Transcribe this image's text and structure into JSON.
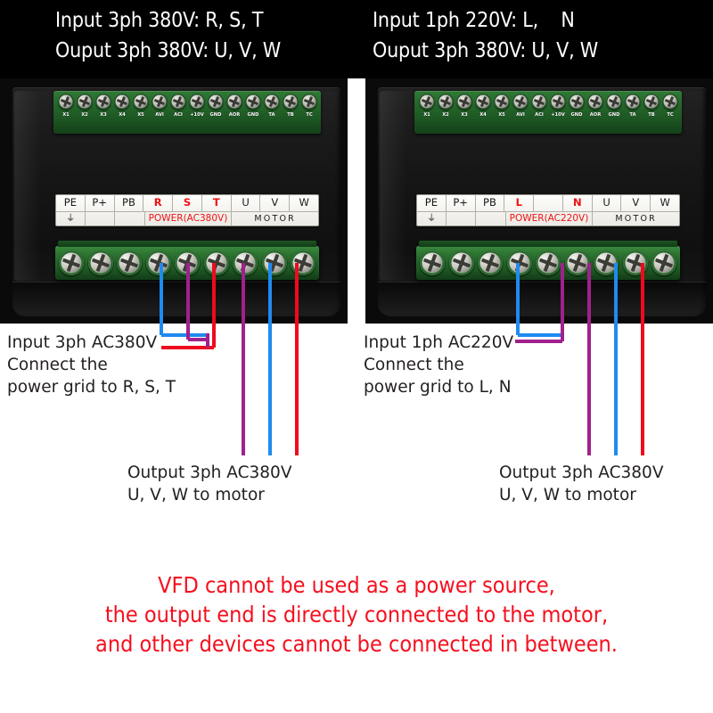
{
  "header": {
    "left": {
      "line1": "Input 3ph 380V: R, S, T",
      "line2": "Ouput 3ph 380V: U, V, W"
    },
    "right": {
      "line1": "Input 1ph 220V: L,    N",
      "line2": "Ouput 3ph 380V: U, V, W"
    }
  },
  "colors": {
    "blue": "#1f8bf0",
    "magenta": "#a0218c",
    "red": "#ef0a1e",
    "warning_red": "#f5101f",
    "terminal_green": "#2b7030",
    "body_black": "#141414"
  },
  "units": [
    {
      "id": "left",
      "name": "vfd-3ph-380v",
      "control_terminals": [
        "X1",
        "X2",
        "X3",
        "X4",
        "X5",
        "AVI",
        "ACI",
        "+10V",
        "GND",
        "AOR",
        "GND",
        "TA",
        "TB",
        "TC"
      ],
      "plate": {
        "top_cells": [
          "PE",
          "P+",
          "PB",
          "R",
          "S",
          "T",
          "U",
          "V",
          "W"
        ],
        "red_cells": [
          "R",
          "S",
          "T"
        ],
        "ground_symbol": "⏚",
        "power_label": "POWER(AC380V)",
        "motor_label": "MOTOR"
      },
      "power_terminals": 9,
      "notes": {
        "input": "Input 3ph AC380V\nConnect the\npower grid to R, S, T",
        "output": "Output 3ph AC380V\nU, V, W to motor"
      }
    },
    {
      "id": "right",
      "name": "vfd-1ph-220v",
      "control_terminals": [
        "X1",
        "X2",
        "X3",
        "X4",
        "X5",
        "AVI",
        "ACI",
        "+10V",
        "GND",
        "AOR",
        "GND",
        "TA",
        "TB",
        "TC"
      ],
      "plate": {
        "top_cells": [
          "PE",
          "P+",
          "PB",
          "L",
          "",
          "N",
          "U",
          "V",
          "W"
        ],
        "red_cells": [
          "L",
          "N"
        ],
        "ground_symbol": "⏚",
        "power_label": "POWER(AC220V)",
        "motor_label": "MOTOR"
      },
      "power_terminals": 9,
      "notes": {
        "input": "Input 1ph AC220V\nConnect the\npower grid to L, N",
        "output": "Output 3ph AC380V\nU, V, W to motor"
      }
    }
  ],
  "warning": "VFD cannot be used as a power source,\nthe output end is directly connected to the motor,\nand other devices cannot be connected in between."
}
